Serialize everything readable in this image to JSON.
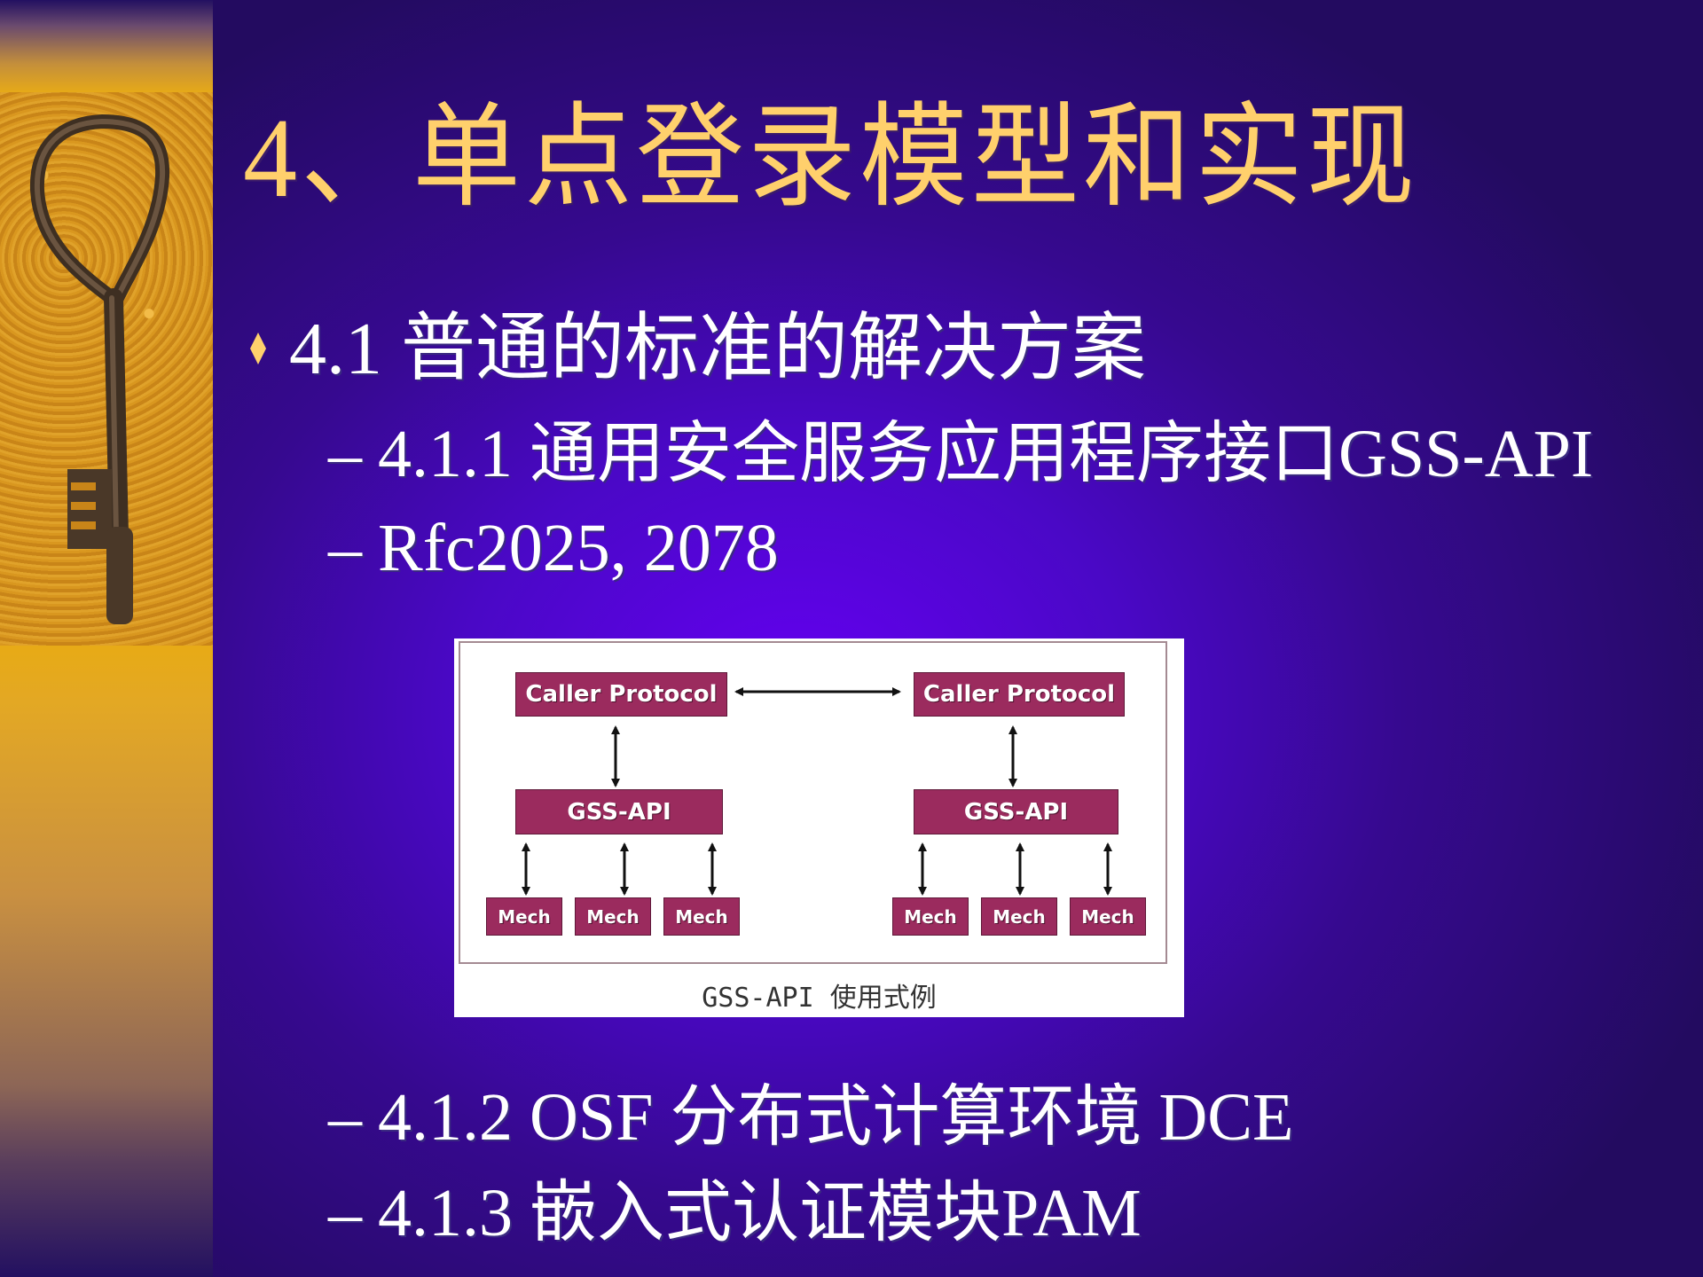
{
  "slide": {
    "title": "4、单点登录模型和实现",
    "bullets": [
      {
        "level": 1,
        "marker": "diamond",
        "text": "4.1 普通的标准的解决方案"
      },
      {
        "level": 2,
        "marker": "–",
        "text": "4.1.1 通用安全服务应用程序接口GSS-API"
      },
      {
        "level": 2,
        "marker": "–",
        "text": "Rfc2025, 2078"
      },
      {
        "level": 2,
        "marker": "–",
        "text": "4.1.2 OSF 分布式计算环境 DCE"
      },
      {
        "level": 2,
        "marker": "–",
        "text": "4.1.3 嵌入式认证模块PAM"
      }
    ]
  },
  "diagram": {
    "caption": "GSS-API 使用式例",
    "left": {
      "caller": "Caller Protocol",
      "api": "GSS-API",
      "mechs": [
        "Mech",
        "Mech",
        "Mech"
      ]
    },
    "right": {
      "caller": "Caller Protocol",
      "api": "GSS-API",
      "mechs": [
        "Mech",
        "Mech",
        "Mech"
      ]
    }
  },
  "colors": {
    "title": "#FFD06C",
    "body_text": "#FFFFFF",
    "bullet": "#FFD06C",
    "background_center": "#6500F2",
    "background_edge": "#230B60",
    "strip_gold": "#E7AA17",
    "diagram_box": "#9B2B5E"
  }
}
